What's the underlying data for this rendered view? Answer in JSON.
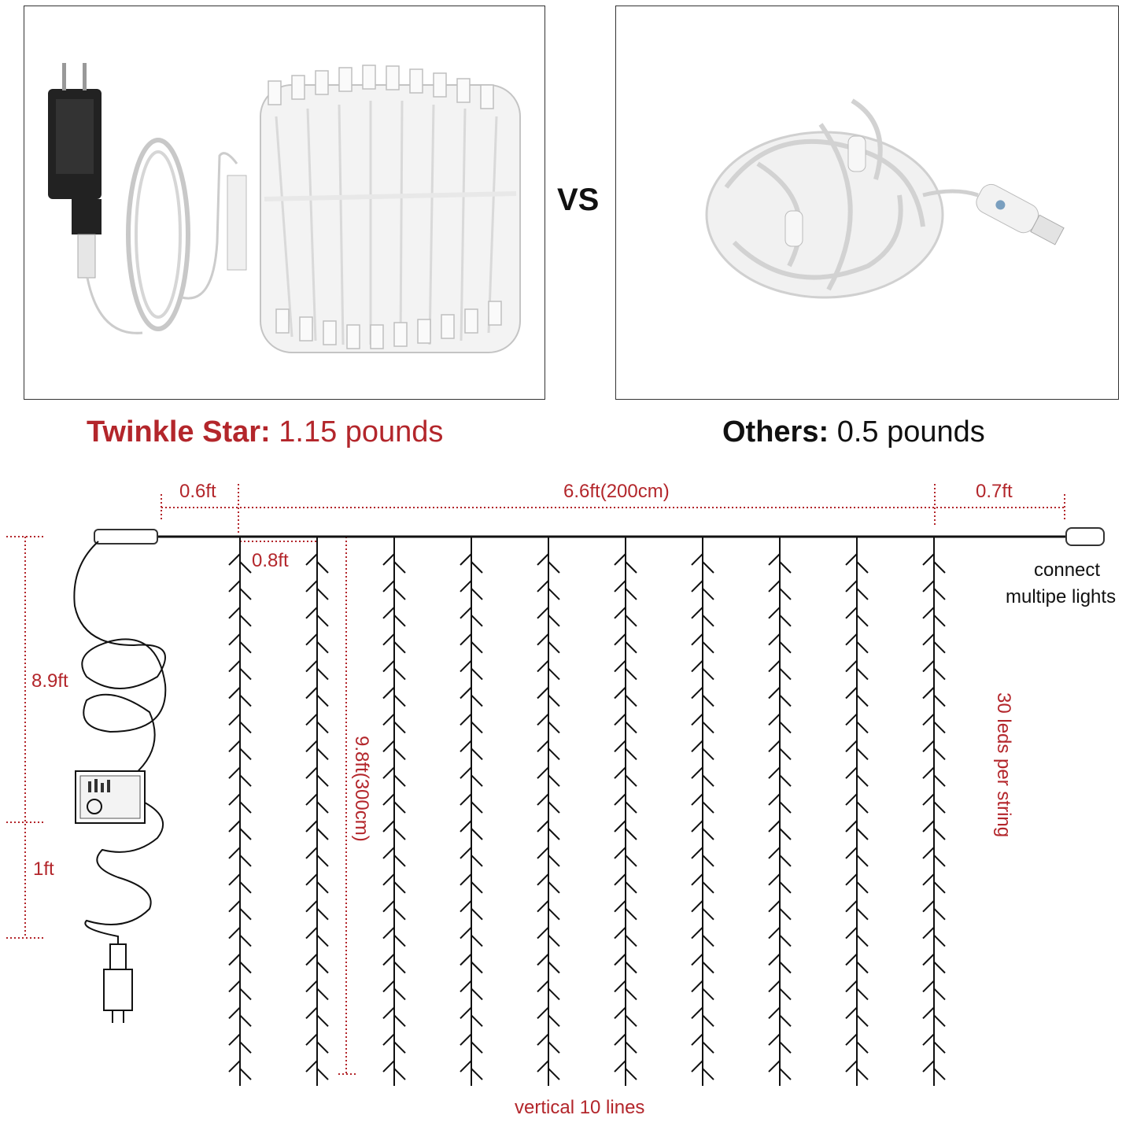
{
  "comparison": {
    "vs_label": "VS",
    "left": {
      "brand": "Twinkle Star:",
      "weight": "1.15 pounds"
    },
    "right": {
      "brand": "Others:",
      "weight": "0.5 pounds"
    }
  },
  "diagram": {
    "top_left_length": "0.6ft",
    "top_main_length": "6.6ft(200cm)",
    "top_right_length": "0.7ft",
    "string_spacing": "0.8ft",
    "lead_cable_length": "8.9ft",
    "plug_cable_length": "1ft",
    "string_height": "9.8ft(300cm)",
    "leds_per_string": "30 leds per string",
    "connect_label_line1": "connect",
    "connect_label_line2": "multipe lights",
    "vertical_lines_label": "vertical 10 lines",
    "string_count": 10,
    "leds_per_string_count": 30
  },
  "colors": {
    "accent_red": "#b3262b",
    "text_dark": "#111111"
  }
}
